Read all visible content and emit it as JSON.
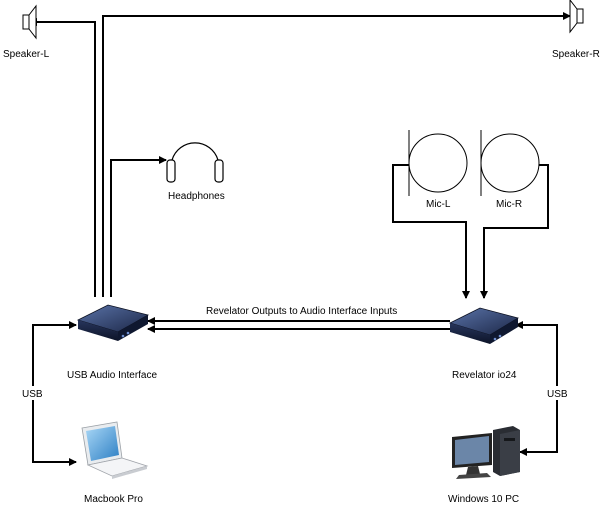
{
  "labels": {
    "speaker_l": "Speaker-L",
    "speaker_r": "Speaker-R",
    "headphones": "Headphones",
    "mic_l": "Mic-L",
    "mic_r": "Mic-R",
    "usb_interface": "USB Audio Interface",
    "revelator": "Revelator io24",
    "macbook": "Macbook Pro",
    "windows_pc": "Windows 10 PC",
    "link_label": "Revelator Outputs to Audio Interface Inputs",
    "usb_left": "USB",
    "usb_right": "USB"
  },
  "icons": {
    "speaker": "speaker-icon",
    "headphones": "headphones-icon",
    "microphone": "microphone-icon",
    "audio_device": "audio-interface-icon",
    "laptop": "laptop-icon",
    "desktop": "desktop-pc-icon"
  },
  "colors": {
    "line": "#000000",
    "device_body": "#1f2a44",
    "device_top": "#3b4f7a",
    "device_accent": "#6f8fd1"
  }
}
